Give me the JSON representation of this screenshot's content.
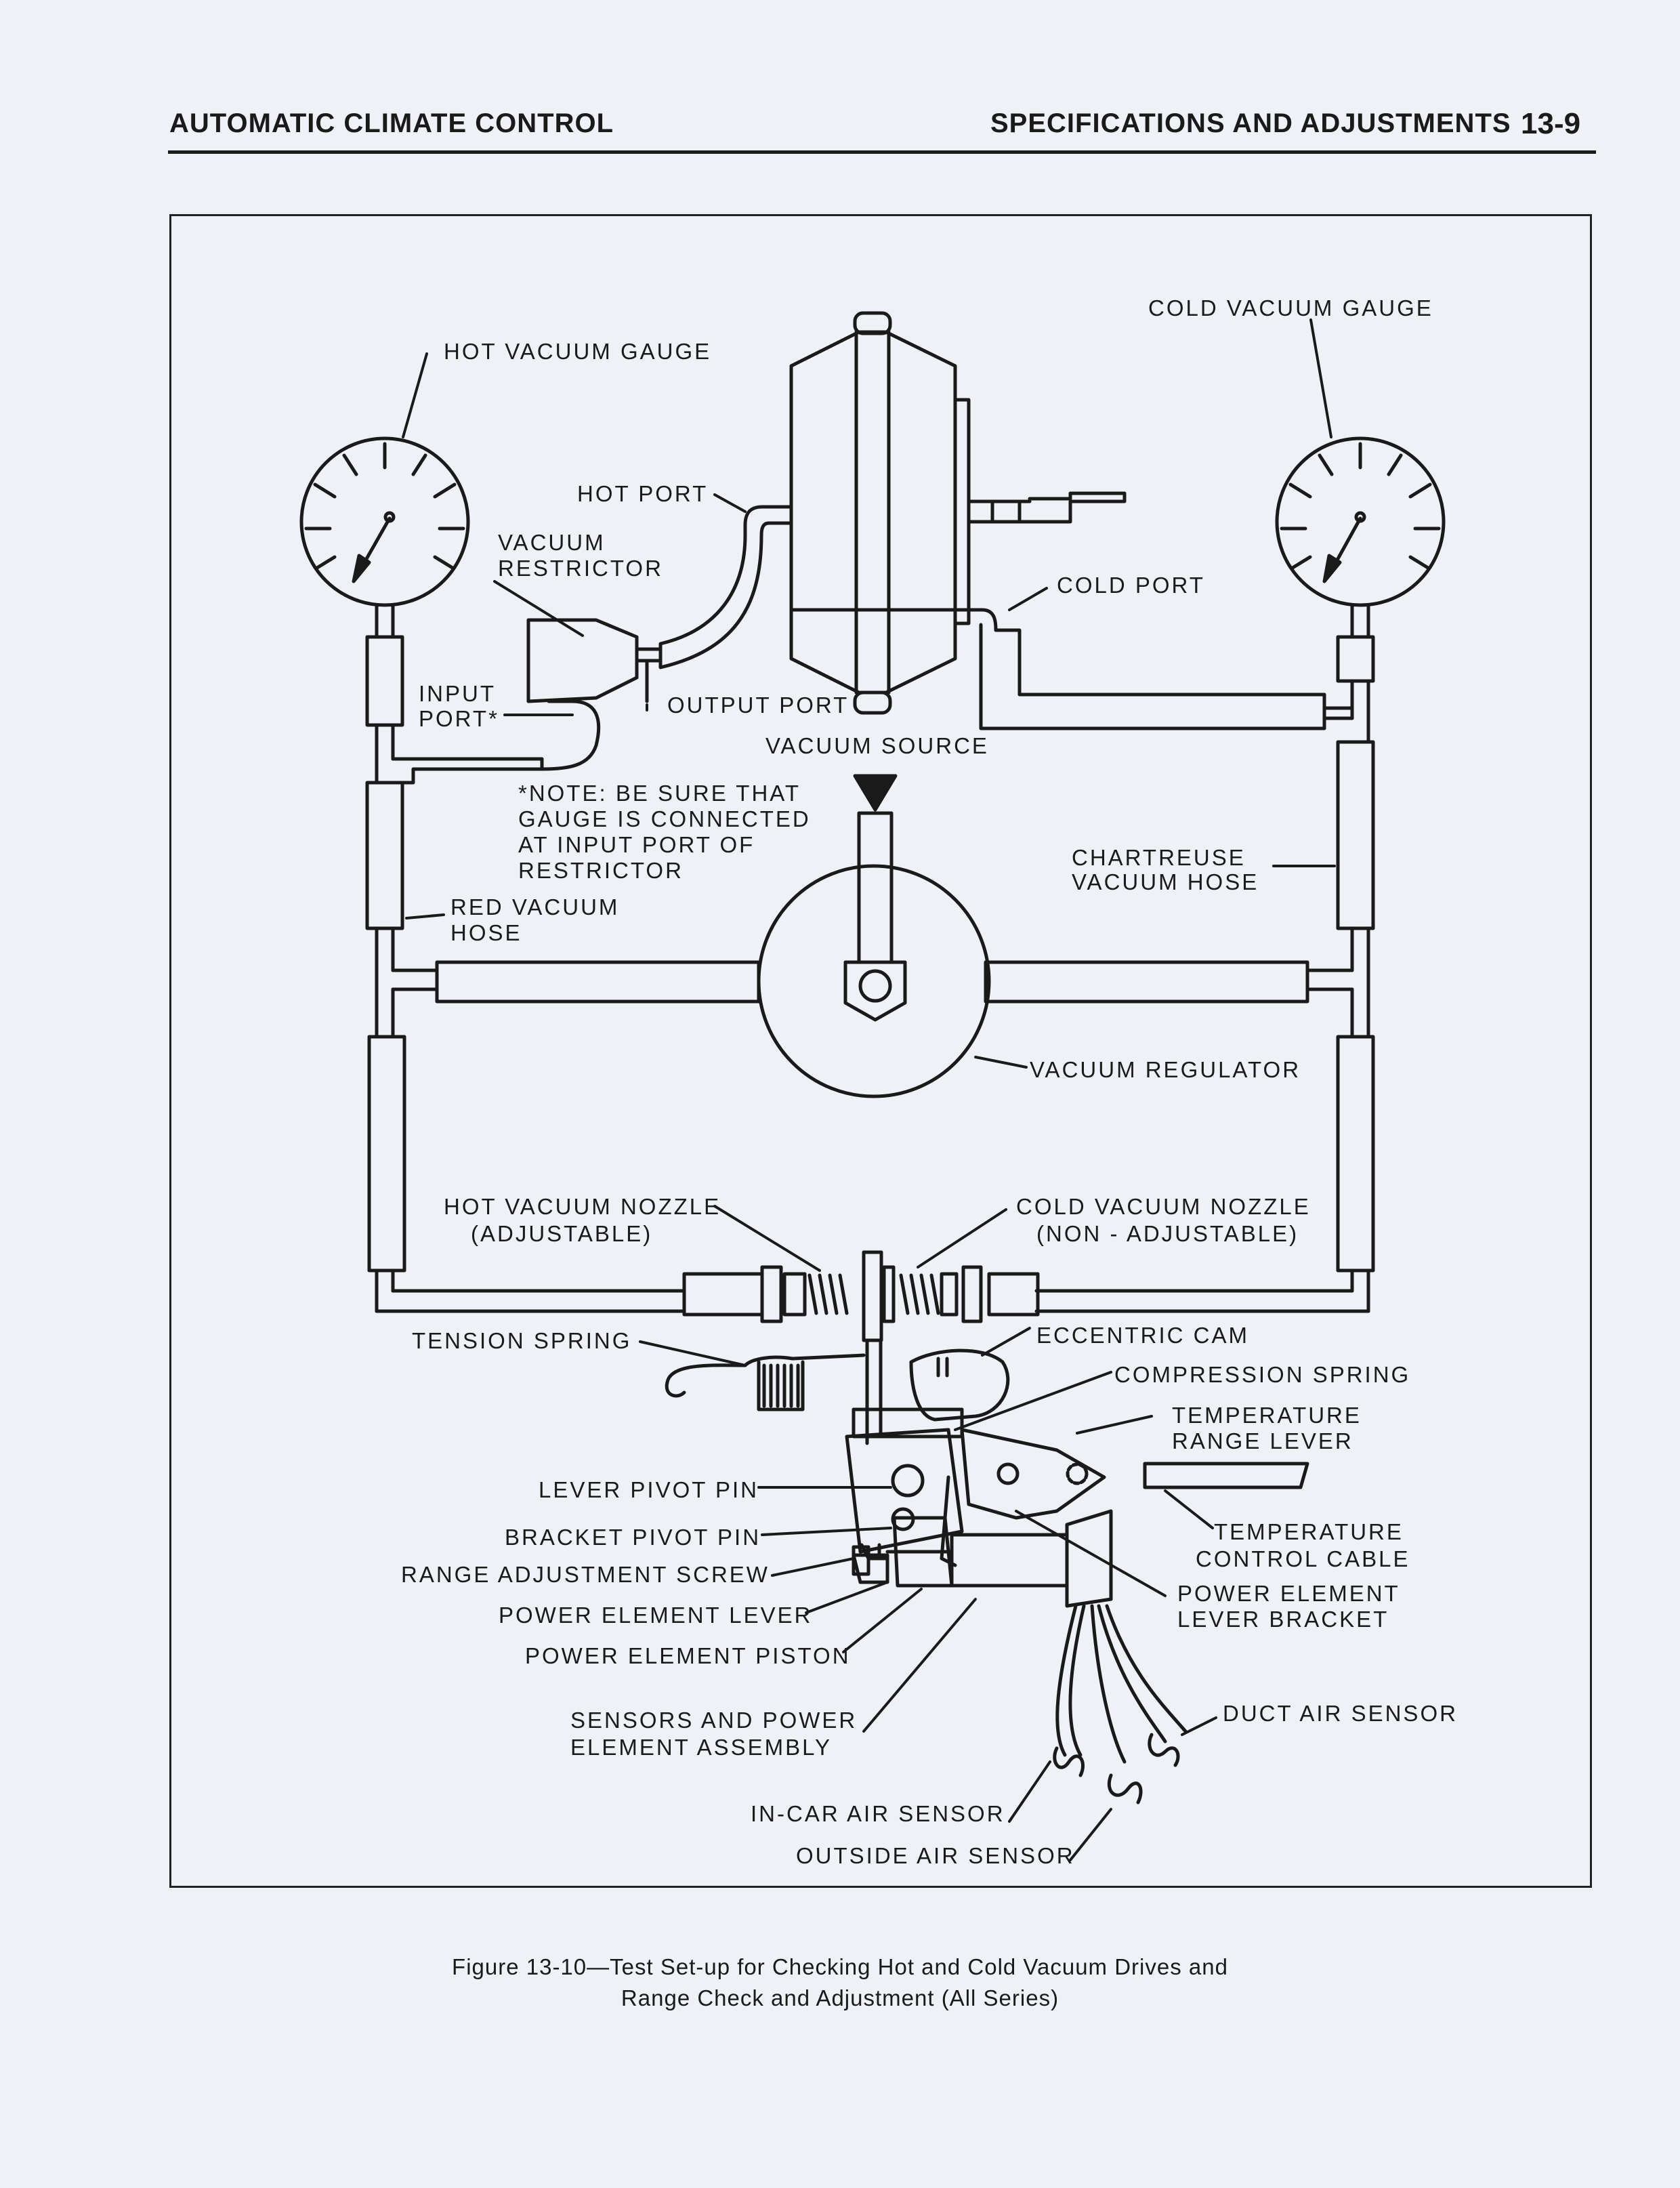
{
  "header": {
    "left": "AUTOMATIC CLIMATE CONTROL",
    "right": "SPECIFICATIONS AND ADJUSTMENTS",
    "page": "13-9"
  },
  "labels": {
    "hot_gauge": "HOT VACUUM GAUGE",
    "cold_gauge": "COLD VACUUM GAUGE",
    "hot_port": "HOT PORT",
    "vacuum_restrictor_1": "VACUUM",
    "vacuum_restrictor_2": "RESTRICTOR",
    "cold_port": "COLD PORT",
    "input_port_1": "INPUT",
    "input_port_2": "PORT*",
    "output_port": "OUTPUT PORT",
    "vacuum_source": "VACUUM SOURCE",
    "note_1": "*NOTE: BE SURE THAT",
    "note_2": "GAUGE IS CONNECTED",
    "note_3": "AT INPUT PORT OF",
    "note_4": "RESTRICTOR",
    "chartreuse_1": "CHARTREUSE",
    "chartreuse_2": "VACUUM HOSE",
    "red_1": "RED VACUUM",
    "red_2": "HOSE",
    "vacuum_regulator": "VACUUM REGULATOR",
    "hot_nozzle_1": "HOT VACUUM NOZZLE",
    "hot_nozzle_2": "(ADJUSTABLE)",
    "cold_nozzle_1": "COLD VACUUM NOZZLE",
    "cold_nozzle_2": "(NON - ADJUSTABLE)",
    "tension_spring": "TENSION SPRING",
    "eccentric_cam": "ECCENTRIC CAM",
    "compression_spring": "COMPRESSION SPRING",
    "temp_range_1": "TEMPERATURE",
    "temp_range_2": "RANGE LEVER",
    "lever_pivot_pin": "LEVER PIVOT PIN",
    "bracket_pivot_pin": "BRACKET PIVOT PIN",
    "range_adj_screw": "RANGE ADJUSTMENT SCREW",
    "power_element_lever": "POWER ELEMENT LEVER",
    "power_element_piston": "POWER ELEMENT PISTON",
    "temp_control_1": "TEMPERATURE",
    "temp_control_2": "CONTROL CABLE",
    "pe_bracket_1": "POWER ELEMENT",
    "pe_bracket_2": "LEVER BRACKET",
    "sensors_1": "SENSORS AND POWER",
    "sensors_2": "ELEMENT ASSEMBLY",
    "duct_sensor": "DUCT AIR SENSOR",
    "incar_sensor": "IN-CAR AIR SENSOR",
    "outside_sensor": "OUTSIDE AIR SENSOR"
  },
  "caption": {
    "line1": "Figure 13-10—Test Set-up for Checking Hot and Cold Vacuum Drives and",
    "line2": "Range Check and Adjustment (All Series)"
  }
}
